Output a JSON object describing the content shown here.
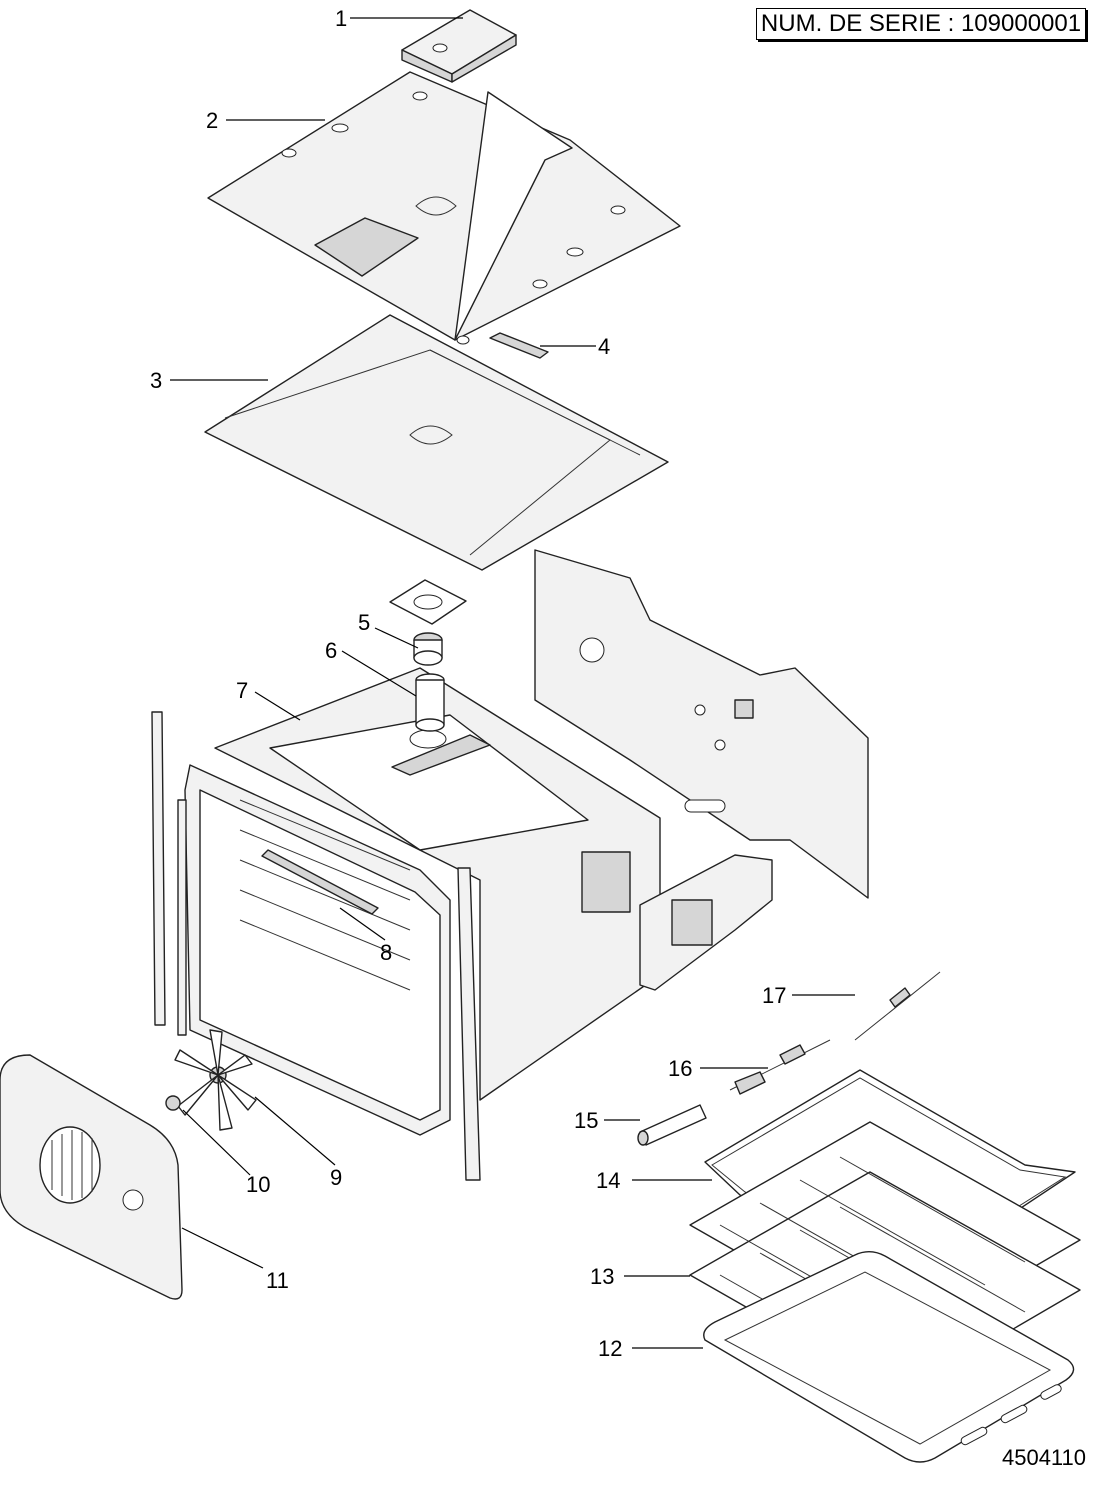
{
  "serial_label": "NUM. DE SERIE : 109000001",
  "drawing_ref": "4504110",
  "callouts": [
    "1",
    "2",
    "3",
    "4",
    "5",
    "6",
    "7",
    "8",
    "9",
    "10",
    "11",
    "12",
    "13",
    "14",
    "15",
    "16",
    "17"
  ]
}
